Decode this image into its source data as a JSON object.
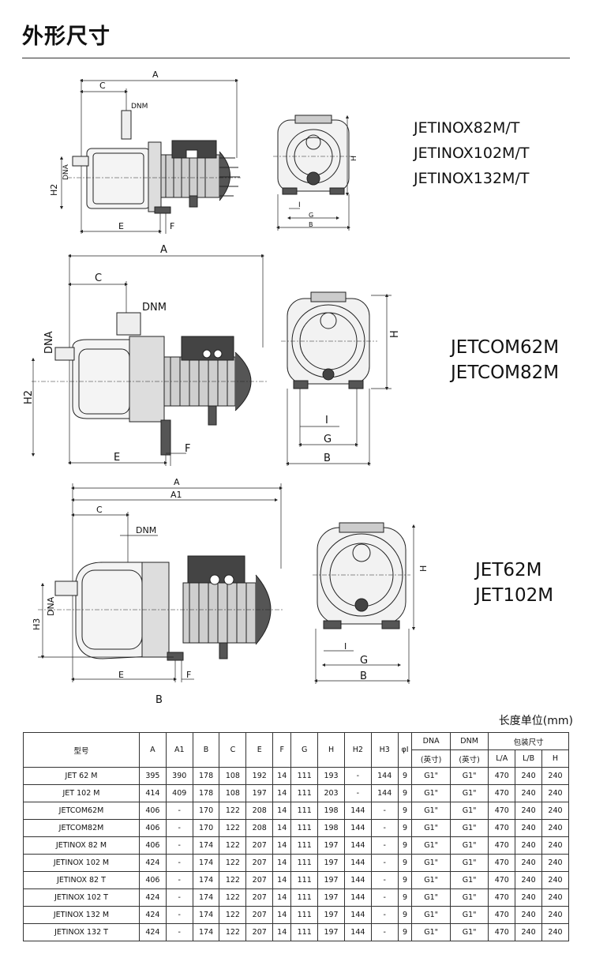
{
  "page": {
    "title": "外形尺寸"
  },
  "unit_note": "长度单位(mm)",
  "drawings": {
    "group1": {
      "models": [
        "JETINOX82M/T",
        "JETINOX102M/T",
        "JETINOX132M/T"
      ],
      "side_labels": {
        "A": "A",
        "C": "C",
        "DNM": "DNM",
        "DNA": "DNA",
        "H2": "H2",
        "E": "E",
        "F": "F"
      },
      "front_labels": {
        "H": "H",
        "I": "I",
        "G": "G",
        "B": "B"
      }
    },
    "group2": {
      "models": [
        "JETCOM62M",
        "JETCOM82M"
      ],
      "side_labels": {
        "A": "A",
        "C": "C",
        "DNM": "DNM",
        "DNA": "DNA",
        "H2": "H2",
        "E": "E",
        "F": "F"
      },
      "front_labels": {
        "H": "H",
        "I": "I",
        "G": "G",
        "B": "B"
      }
    },
    "group3": {
      "models": [
        "JET62M",
        "JET102M"
      ],
      "side_labels": {
        "A": "A",
        "A1": "A1",
        "C": "C",
        "DNM": "DNM",
        "DNA": "DNA",
        "H3": "H3",
        "E": "E",
        "F": "F",
        "B": "B"
      },
      "front_labels": {
        "H": "H",
        "I": "I",
        "G": "G",
        "B": "B"
      }
    }
  },
  "table": {
    "header_top": {
      "model": "型号",
      "A": "A",
      "A1": "A1",
      "B": "B",
      "C": "C",
      "E": "E",
      "F": "F",
      "G": "G",
      "H": "H",
      "H2": "H2",
      "H3": "H3",
      "phiI": "φI",
      "DNA": "DNA",
      "DNM": "DNM",
      "pack": "包装尺寸"
    },
    "header_sub": {
      "dna_unit": "(英寸)",
      "dnm_unit": "(英寸)",
      "LA": "L/A",
      "LB": "L/B",
      "H": "H"
    },
    "rows": [
      [
        "JET 62 M",
        "395",
        "390",
        "178",
        "108",
        "192",
        "14",
        "111",
        "193",
        "-",
        "144",
        "9",
        "G1\"",
        "G1\"",
        "470",
        "240",
        "240"
      ],
      [
        "JET 102 M",
        "414",
        "409",
        "178",
        "108",
        "197",
        "14",
        "111",
        "203",
        "-",
        "144",
        "9",
        "G1\"",
        "G1\"",
        "470",
        "240",
        "240"
      ],
      [
        "JETCOM62M",
        "406",
        "-",
        "170",
        "122",
        "208",
        "14",
        "111",
        "198",
        "144",
        "-",
        "9",
        "G1\"",
        "G1\"",
        "470",
        "240",
        "240"
      ],
      [
        "JETCOM82M",
        "406",
        "-",
        "170",
        "122",
        "208",
        "14",
        "111",
        "198",
        "144",
        "-",
        "9",
        "G1\"",
        "G1\"",
        "470",
        "240",
        "240"
      ],
      [
        "JETINOX 82 M",
        "406",
        "-",
        "174",
        "122",
        "207",
        "14",
        "111",
        "197",
        "144",
        "-",
        "9",
        "G1\"",
        "G1\"",
        "470",
        "240",
        "240"
      ],
      [
        "JETINOX 102 M",
        "424",
        "-",
        "174",
        "122",
        "207",
        "14",
        "111",
        "197",
        "144",
        "-",
        "9",
        "G1\"",
        "G1\"",
        "470",
        "240",
        "240"
      ],
      [
        "JETINOX 82 T",
        "406",
        "-",
        "174",
        "122",
        "207",
        "14",
        "111",
        "197",
        "144",
        "-",
        "9",
        "G1\"",
        "G1\"",
        "470",
        "240",
        "240"
      ],
      [
        "JETINOX 102 T",
        "424",
        "-",
        "174",
        "122",
        "207",
        "14",
        "111",
        "197",
        "144",
        "-",
        "9",
        "G1\"",
        "G1\"",
        "470",
        "240",
        "240"
      ],
      [
        "JETINOX 132 M",
        "424",
        "-",
        "174",
        "122",
        "207",
        "14",
        "111",
        "197",
        "144",
        "-",
        "9",
        "G1\"",
        "G1\"",
        "470",
        "240",
        "240"
      ],
      [
        "JETINOX 132 T",
        "424",
        "-",
        "174",
        "122",
        "207",
        "14",
        "111",
        "197",
        "144",
        "-",
        "9",
        "G1\"",
        "G1\"",
        "470",
        "240",
        "240"
      ]
    ]
  }
}
